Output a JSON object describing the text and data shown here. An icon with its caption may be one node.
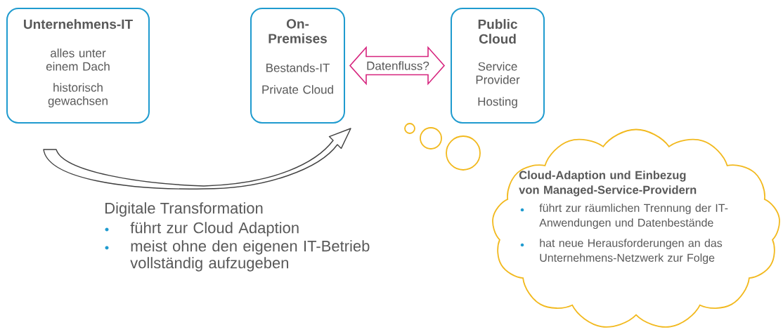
{
  "diagram": {
    "nodes": [
      {
        "text": [
          "Unternehmens-IT",
          "alles unter einem Dach",
          "historisch gewachsen"
        ]
      },
      {
        "text": [
          "On-Premises",
          "Bestands-IT",
          "Private Cloud"
        ]
      },
      {
        "text": [
          "Public Cloud",
          "Service Provider",
          "Hosting"
        ]
      },
      {
        "text": [
          "Cloud-Adaption und Einbezug von Managed-Service-Providern",
          "führt zur räumlichen Trennung der IT-Anwendungen und Datenbestände",
          "hat neue Herausforderungen an das Unternehmens-Netzwerk zur Folge"
        ]
      }
    ],
    "edges": [
      {
        "from": 0,
        "to": 1,
        "arrow": "to"
      },
      {
        "from": 1,
        "to": 2,
        "arrow": "both",
        "label": "Datenfluss?",
        "color": "#d6247e"
      }
    ],
    "labels": [
      "Digitale Transformation",
      "führt zur Cloud Adaption",
      "meist ohne den eigenen IT-Betrieb vollständig aufzugeben"
    ]
  }
}
